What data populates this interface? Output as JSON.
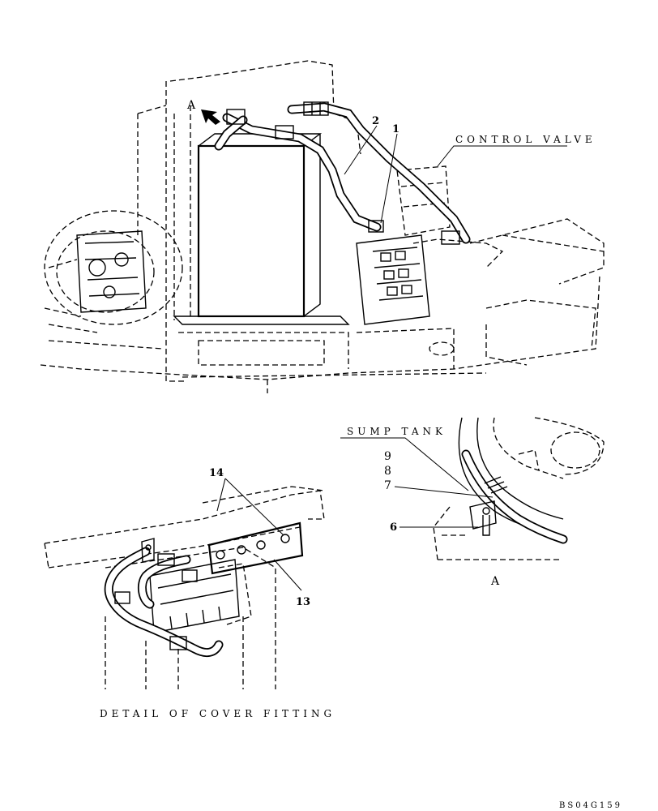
{
  "labels": {
    "view_marker": "A",
    "control_valve": "CONTROL VALVE",
    "sump_tank": "SUMP TANK",
    "detail_view_marker": "A",
    "detail_caption": "DETAIL OF COVER FITTING",
    "drawing_code": "BS04G159"
  },
  "callouts": {
    "c1": "1",
    "c2": "2",
    "c6": "6",
    "c7": "7",
    "c8": "8",
    "c9": "9",
    "c13": "13",
    "c14": "14"
  },
  "colors": {
    "ink": "#000000",
    "paper": "#ffffff"
  }
}
